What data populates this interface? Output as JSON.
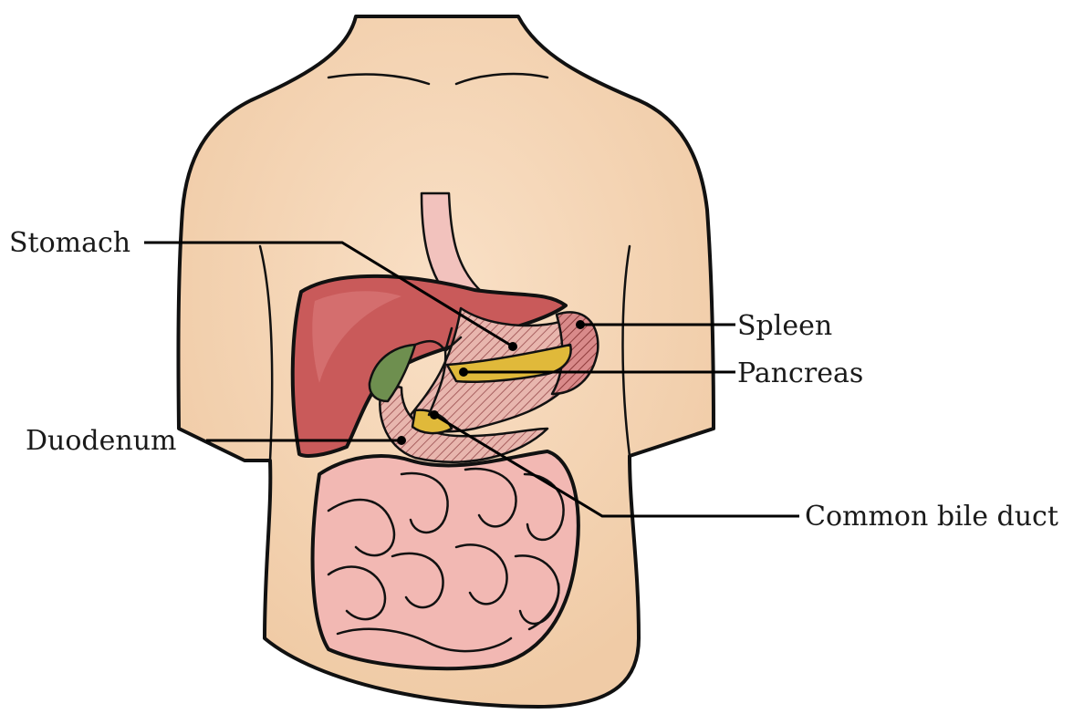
{
  "labels": {
    "stomach": "Stomach",
    "spleen": "Spleen",
    "pancreas": "Pancreas",
    "duodenum": "Duodenum",
    "common_bile_duct": "Common bile duct"
  },
  "colors": {
    "skin": "#f5d7b8",
    "skin_shade": "#efc9a3",
    "liver": "#c95a5a",
    "liver_dark": "#a94444",
    "stomach_hatch": "#c98a8a",
    "intestine": "#f2b8b3",
    "intestine_shade": "#e39c97",
    "gallbladder": "#6e8f4f",
    "pancreas": "#e0b93a",
    "esophagus": "#f2c2bd",
    "outline": "#111111"
  }
}
